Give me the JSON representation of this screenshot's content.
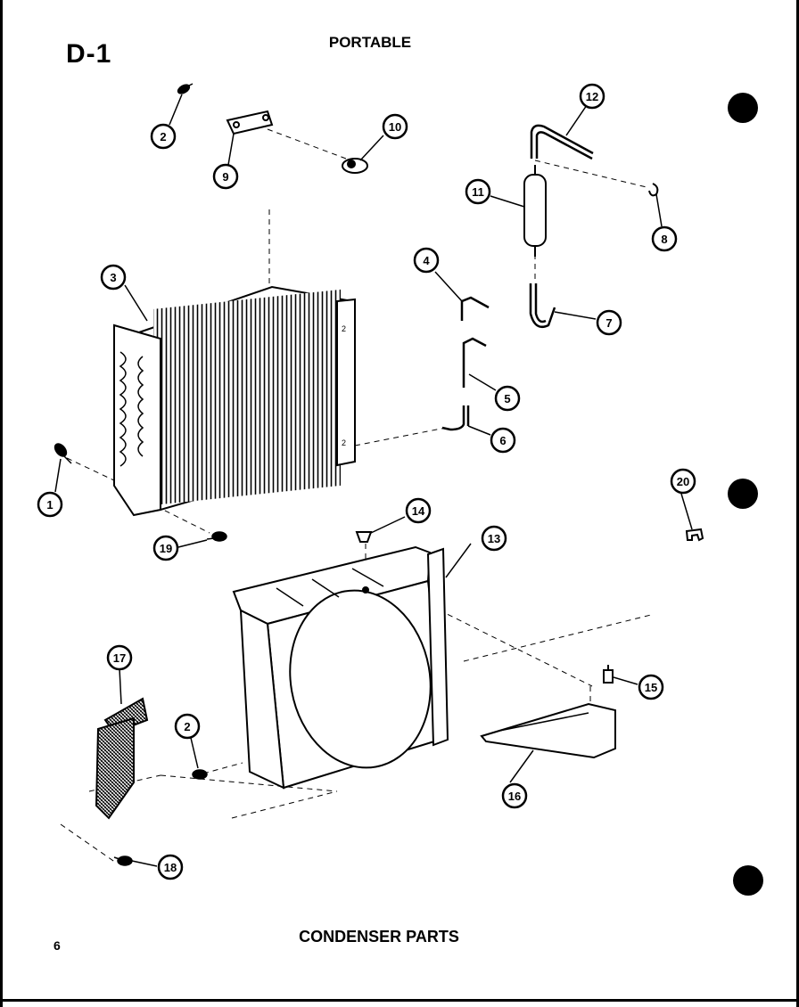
{
  "page": {
    "id_label": "D-1",
    "title": "PORTABLE",
    "caption": "CONDENSER PARTS",
    "number": "6"
  },
  "callouts": [
    "1",
    "2",
    "3",
    "4",
    "5",
    "6",
    "7",
    "8",
    "9",
    "10",
    "11",
    "12",
    "13",
    "14",
    "15",
    "16",
    "17",
    "18",
    "19",
    "20",
    "2"
  ],
  "parts": [
    {
      "ref": "1",
      "icon": "screw-icon"
    },
    {
      "ref": "2",
      "icon": "screw-icon"
    },
    {
      "ref": "3",
      "icon": "condenser-coil-icon"
    },
    {
      "ref": "4",
      "icon": "tube-icon"
    },
    {
      "ref": "5",
      "icon": "tube-icon"
    },
    {
      "ref": "6",
      "icon": "tube-icon"
    },
    {
      "ref": "7",
      "icon": "u-tube-icon"
    },
    {
      "ref": "8",
      "icon": "clip-icon"
    },
    {
      "ref": "9",
      "icon": "bracket-icon"
    },
    {
      "ref": "10",
      "icon": "grommet-icon"
    },
    {
      "ref": "11",
      "icon": "filter-drier-icon"
    },
    {
      "ref": "12",
      "icon": "tube-icon"
    },
    {
      "ref": "13",
      "icon": "fan-shroud-icon"
    },
    {
      "ref": "14",
      "icon": "plug-icon"
    },
    {
      "ref": "15",
      "icon": "bolt-icon"
    },
    {
      "ref": "16",
      "icon": "support-bracket-icon"
    },
    {
      "ref": "17",
      "icon": "grille-icon"
    },
    {
      "ref": "18",
      "icon": "screw-icon"
    },
    {
      "ref": "19",
      "icon": "screw-icon"
    },
    {
      "ref": "20",
      "icon": "clip-icon"
    }
  ],
  "colors": {
    "ink": "#000000",
    "paper": "#ffffff"
  }
}
